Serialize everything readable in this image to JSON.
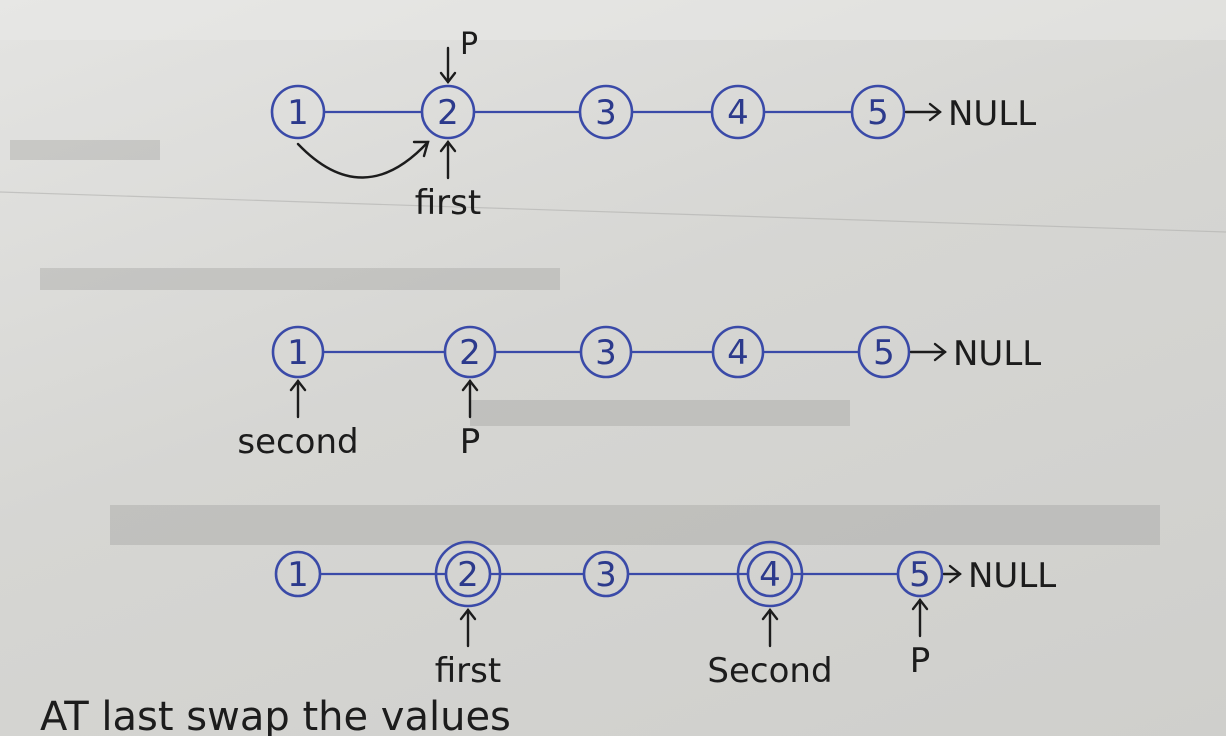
{
  "diagrams": [
    {
      "nodes": [
        "1",
        "2",
        "3",
        "4",
        "5"
      ],
      "terminator": "NULL",
      "pointers": [
        {
          "label": "P",
          "node": 1,
          "side": "above"
        },
        {
          "label": "first",
          "node": 1,
          "side": "below"
        }
      ],
      "curved_arrow": {
        "from": 0,
        "to": 1
      },
      "highlighted": []
    },
    {
      "nodes": [
        "1",
        "2",
        "3",
        "4",
        "5"
      ],
      "terminator": "NULL",
      "pointers": [
        {
          "label": "second",
          "node": 0,
          "side": "below"
        },
        {
          "label": "P",
          "node": 1,
          "side": "below"
        }
      ],
      "highlighted": []
    },
    {
      "nodes": [
        "1",
        "2",
        "3",
        "4",
        "5"
      ],
      "terminator": "NULL",
      "pointers": [
        {
          "label": "first",
          "node": 1,
          "side": "below"
        },
        {
          "label": "Second",
          "node": 3,
          "side": "below"
        },
        {
          "label": "P",
          "node": 4,
          "side": "below"
        }
      ],
      "highlighted": [
        1,
        3
      ]
    }
  ],
  "caption": "AT last swap the values"
}
